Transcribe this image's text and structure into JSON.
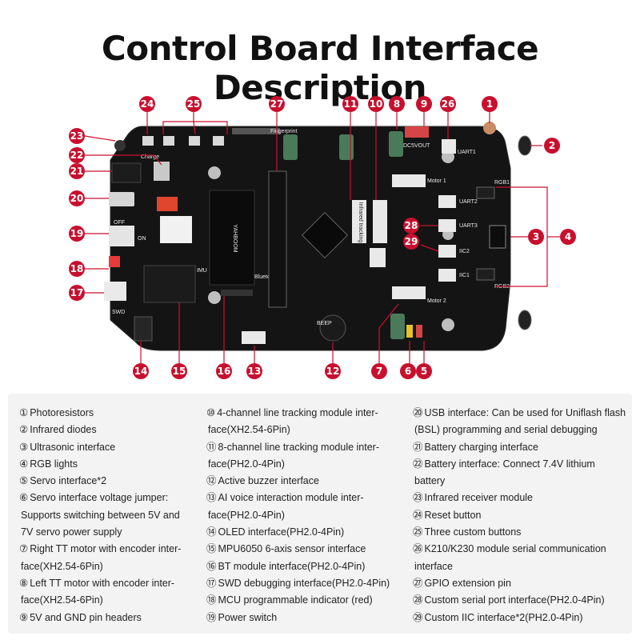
{
  "title": "Control Board Interface Description",
  "colors": {
    "callout": "#c8102e",
    "board": "#141414",
    "line": "#c8102e"
  },
  "silkscreen": {
    "fingerprint": "Fingerprint",
    "motor1": "Motor 1",
    "motor2": "Motor 2",
    "infrared_tracking": "Infrared tracking",
    "bluetooth": "Bluetooth",
    "imu": "IMU",
    "swd": "SWD",
    "charge": "Charge",
    "beep": "BEEP",
    "uart1": "UART1",
    "uart2": "UART2",
    "uart3": "UART3",
    "iic1": "IIC1",
    "iic2": "IIC2",
    "rgb1": "RGB1",
    "rgb2": "RGB2",
    "dc_out": "DC5VOUT",
    "yahboom": "YAHBOOM",
    "off": "OFF",
    "on": "ON"
  },
  "callouts": [
    "1",
    "2",
    "3",
    "4",
    "5",
    "6",
    "7",
    "8",
    "9",
    "10",
    "11",
    "12",
    "13",
    "14",
    "15",
    "16",
    "17",
    "18",
    "19",
    "20",
    "21",
    "22",
    "23",
    "24",
    "25",
    "26",
    "27",
    "28",
    "29"
  ],
  "legend": {
    "col1": [
      {
        "n": "①",
        "text": "Photoresistors"
      },
      {
        "n": "②",
        "text": "Infrared diodes"
      },
      {
        "n": "③",
        "text": "Ultrasonic interface"
      },
      {
        "n": "④",
        "text": "RGB lights"
      },
      {
        "n": "⑤",
        "text": "Servo interface*2"
      },
      {
        "n": "⑥",
        "text": "Servo interface voltage jumper:"
      },
      {
        "n": "",
        "text": "Supports switching between 5V and"
      },
      {
        "n": "",
        "text": "7V servo power supply"
      },
      {
        "n": "⑦",
        "text": "Right TT motor with encoder inter-"
      },
      {
        "n": "",
        "text": "face(XH2.54-6Pin)"
      },
      {
        "n": "⑧",
        "text": "Left TT motor with encoder inter-"
      },
      {
        "n": "",
        "text": "face(XH2.54-6Pin)"
      },
      {
        "n": "⑨",
        "text": "5V and GND pin headers"
      }
    ],
    "col2": [
      {
        "n": "⑩",
        "text": "4-channel line tracking module inter-"
      },
      {
        "n": "",
        "text": "face(XH2.54-6Pin)"
      },
      {
        "n": "⑪",
        "text": "8-channel line tracking module inter-"
      },
      {
        "n": "",
        "text": "face(PH2.0-4Pin)"
      },
      {
        "n": "⑫",
        "text": "Active buzzer interface"
      },
      {
        "n": "⑬",
        "text": "AI voice interaction module inter-"
      },
      {
        "n": "",
        "text": "face(PH2.0-4Pin)"
      },
      {
        "n": "⑭",
        "text": "OLED interface(PH2.0-4Pin)"
      },
      {
        "n": "⑮",
        "text": "MPU6050 6-axis sensor interface"
      },
      {
        "n": "⑯",
        "text": "BT module interface(PH2.0-4Pin)"
      },
      {
        "n": "⑰",
        "text": "SWD debugging interface(PH2.0-4Pin)"
      },
      {
        "n": "⑱",
        "text": "MCU programmable indicator (red)"
      },
      {
        "n": "⑲",
        "text": "Power switch"
      }
    ],
    "col3": [
      {
        "n": "⑳",
        "text": "USB interface: Can be used for Uniflash flash"
      },
      {
        "n": "",
        "text": "(BSL) programming and serial debugging"
      },
      {
        "n": "㉑",
        "text": "Battery charging interface"
      },
      {
        "n": "㉒",
        "text": "Battery interface: Connect 7.4V lithium"
      },
      {
        "n": "",
        "text": "battery"
      },
      {
        "n": "㉓",
        "text": "Infrared receiver module"
      },
      {
        "n": "㉔",
        "text": "Reset button"
      },
      {
        "n": "㉕",
        "text": "Three custom buttons"
      },
      {
        "n": "㉖",
        "text": "K210/K230 module serial communication"
      },
      {
        "n": "",
        "text": "interface"
      },
      {
        "n": "㉗",
        "text": "GPIO extension pin"
      },
      {
        "n": "㉘",
        "text": "Custom serial port interface(PH2.0-4Pin)"
      },
      {
        "n": "㉙",
        "text": "Custom IIC interface*2(PH2.0-4Pin)"
      }
    ]
  }
}
